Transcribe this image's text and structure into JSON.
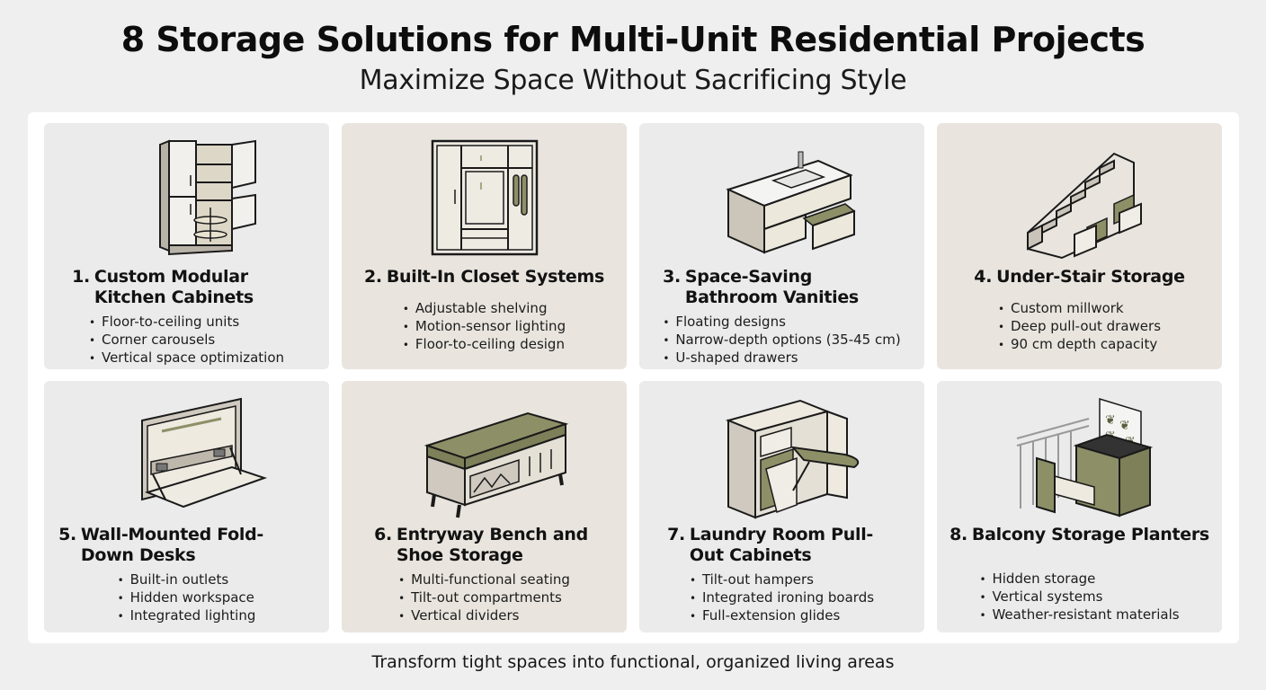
{
  "header": {
    "title": "8 Storage Solutions for Multi-Unit Residential Projects",
    "subtitle": "Maximize Space Without Sacrificing Style"
  },
  "colors": {
    "background": "#efefef",
    "panel": "#ffffff",
    "card_gray": "#ebebeb",
    "card_beige": "#e9e5de",
    "accent_olive": "#8d9067",
    "outline": "#1a1a1a"
  },
  "cards": [
    {
      "number": "1.",
      "title": "Custom Modular Kitchen Cabinets",
      "icon": "kitchen-cabinet-icon",
      "bullets": [
        "Floor-to-ceiling units",
        "Corner carousels",
        "Vertical space optimization"
      ]
    },
    {
      "number": "2.",
      "title": "Built-In Closet Systems",
      "icon": "closet-icon",
      "bullets": [
        "Adjustable shelving",
        "Motion-sensor lighting",
        "Floor-to-ceiling design"
      ]
    },
    {
      "number": "3.",
      "title": "Space-Saving Bathroom Vanities",
      "icon": "bathroom-vanity-icon",
      "bullets": [
        "Floating designs",
        "Narrow-depth options (35-45 cm)",
        "U-shaped drawers"
      ]
    },
    {
      "number": "4.",
      "title": "Under-Stair Storage",
      "icon": "under-stair-icon",
      "bullets": [
        "Custom millwork",
        "Deep pull-out drawers",
        "90 cm depth capacity"
      ]
    },
    {
      "number": "5.",
      "title": "Wall-Mounted Fold-Down Desks",
      "icon": "fold-down-desk-icon",
      "bullets": [
        "Built-in outlets",
        "Hidden workspace",
        "Integrated lighting"
      ]
    },
    {
      "number": "6.",
      "title": "Entryway Bench and Shoe Storage",
      "icon": "entryway-bench-icon",
      "bullets": [
        "Multi-functional seating",
        "Tilt-out compartments",
        "Vertical dividers"
      ]
    },
    {
      "number": "7.",
      "title": "Laundry Room Pull-Out Cabinets",
      "icon": "laundry-cabinet-icon",
      "bullets": [
        "Tilt-out hampers",
        "Integrated ironing boards",
        "Full-extension glides"
      ]
    },
    {
      "number": "8.",
      "title": "Balcony Storage Planters",
      "icon": "balcony-planter-icon",
      "bullets": [
        "Hidden storage",
        "Vertical systems",
        "Weather-resistant materials"
      ]
    }
  ],
  "footer": {
    "tagline": "Transform tight spaces into functional, organized living areas"
  }
}
